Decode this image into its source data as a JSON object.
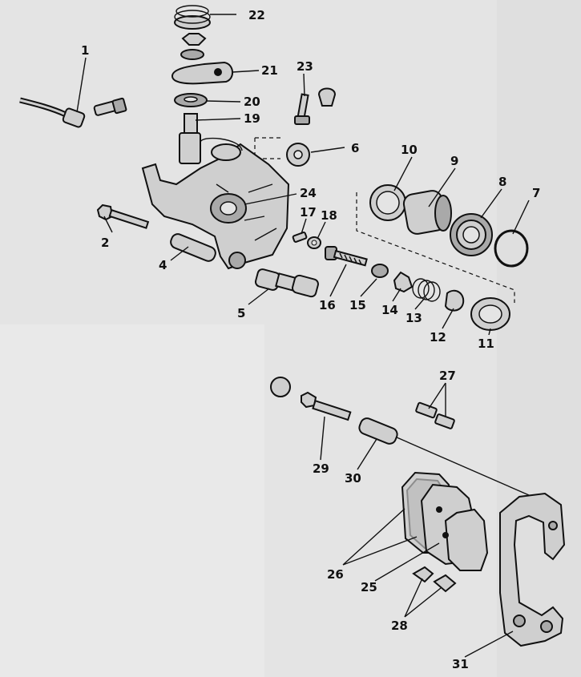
{
  "labels": {
    "l1": "1",
    "l2": "2",
    "l4": "4",
    "l5": "5",
    "l6": "6",
    "l7": "7",
    "l8": "8",
    "l9": "9",
    "l10": "10",
    "l11": "11",
    "l12": "12",
    "l13": "13",
    "l14": "14",
    "l15": "15",
    "l16": "16",
    "l17": "17",
    "l18": "18",
    "l19": "19",
    "l20": "20",
    "l21": "21",
    "l22": "22",
    "l23": "23",
    "l24": "24",
    "l25": "25",
    "l26": "26",
    "l27": "27",
    "l28": "28",
    "l29": "29",
    "l30": "30",
    "l31": "31"
  }
}
